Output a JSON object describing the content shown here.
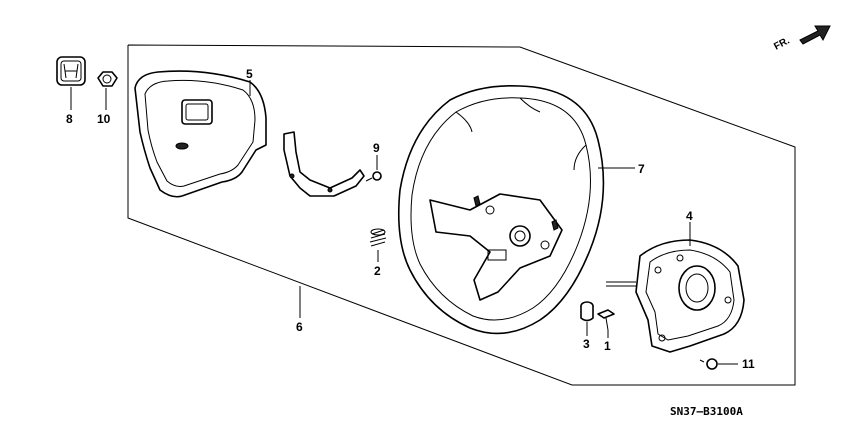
{
  "diagram": {
    "direction_label": "FR.",
    "diagram_code": "SN37–B3100A",
    "callouts": [
      {
        "id": "8",
        "label": "8"
      },
      {
        "id": "10",
        "label": "10"
      },
      {
        "id": "5",
        "label": "5"
      },
      {
        "id": "9",
        "label": "9"
      },
      {
        "id": "7",
        "label": "7"
      },
      {
        "id": "2",
        "label": "2"
      },
      {
        "id": "6",
        "label": "6"
      },
      {
        "id": "4",
        "label": "4"
      },
      {
        "id": "3",
        "label": "3"
      },
      {
        "id": "1",
        "label": "1"
      },
      {
        "id": "11",
        "label": "11"
      }
    ]
  }
}
